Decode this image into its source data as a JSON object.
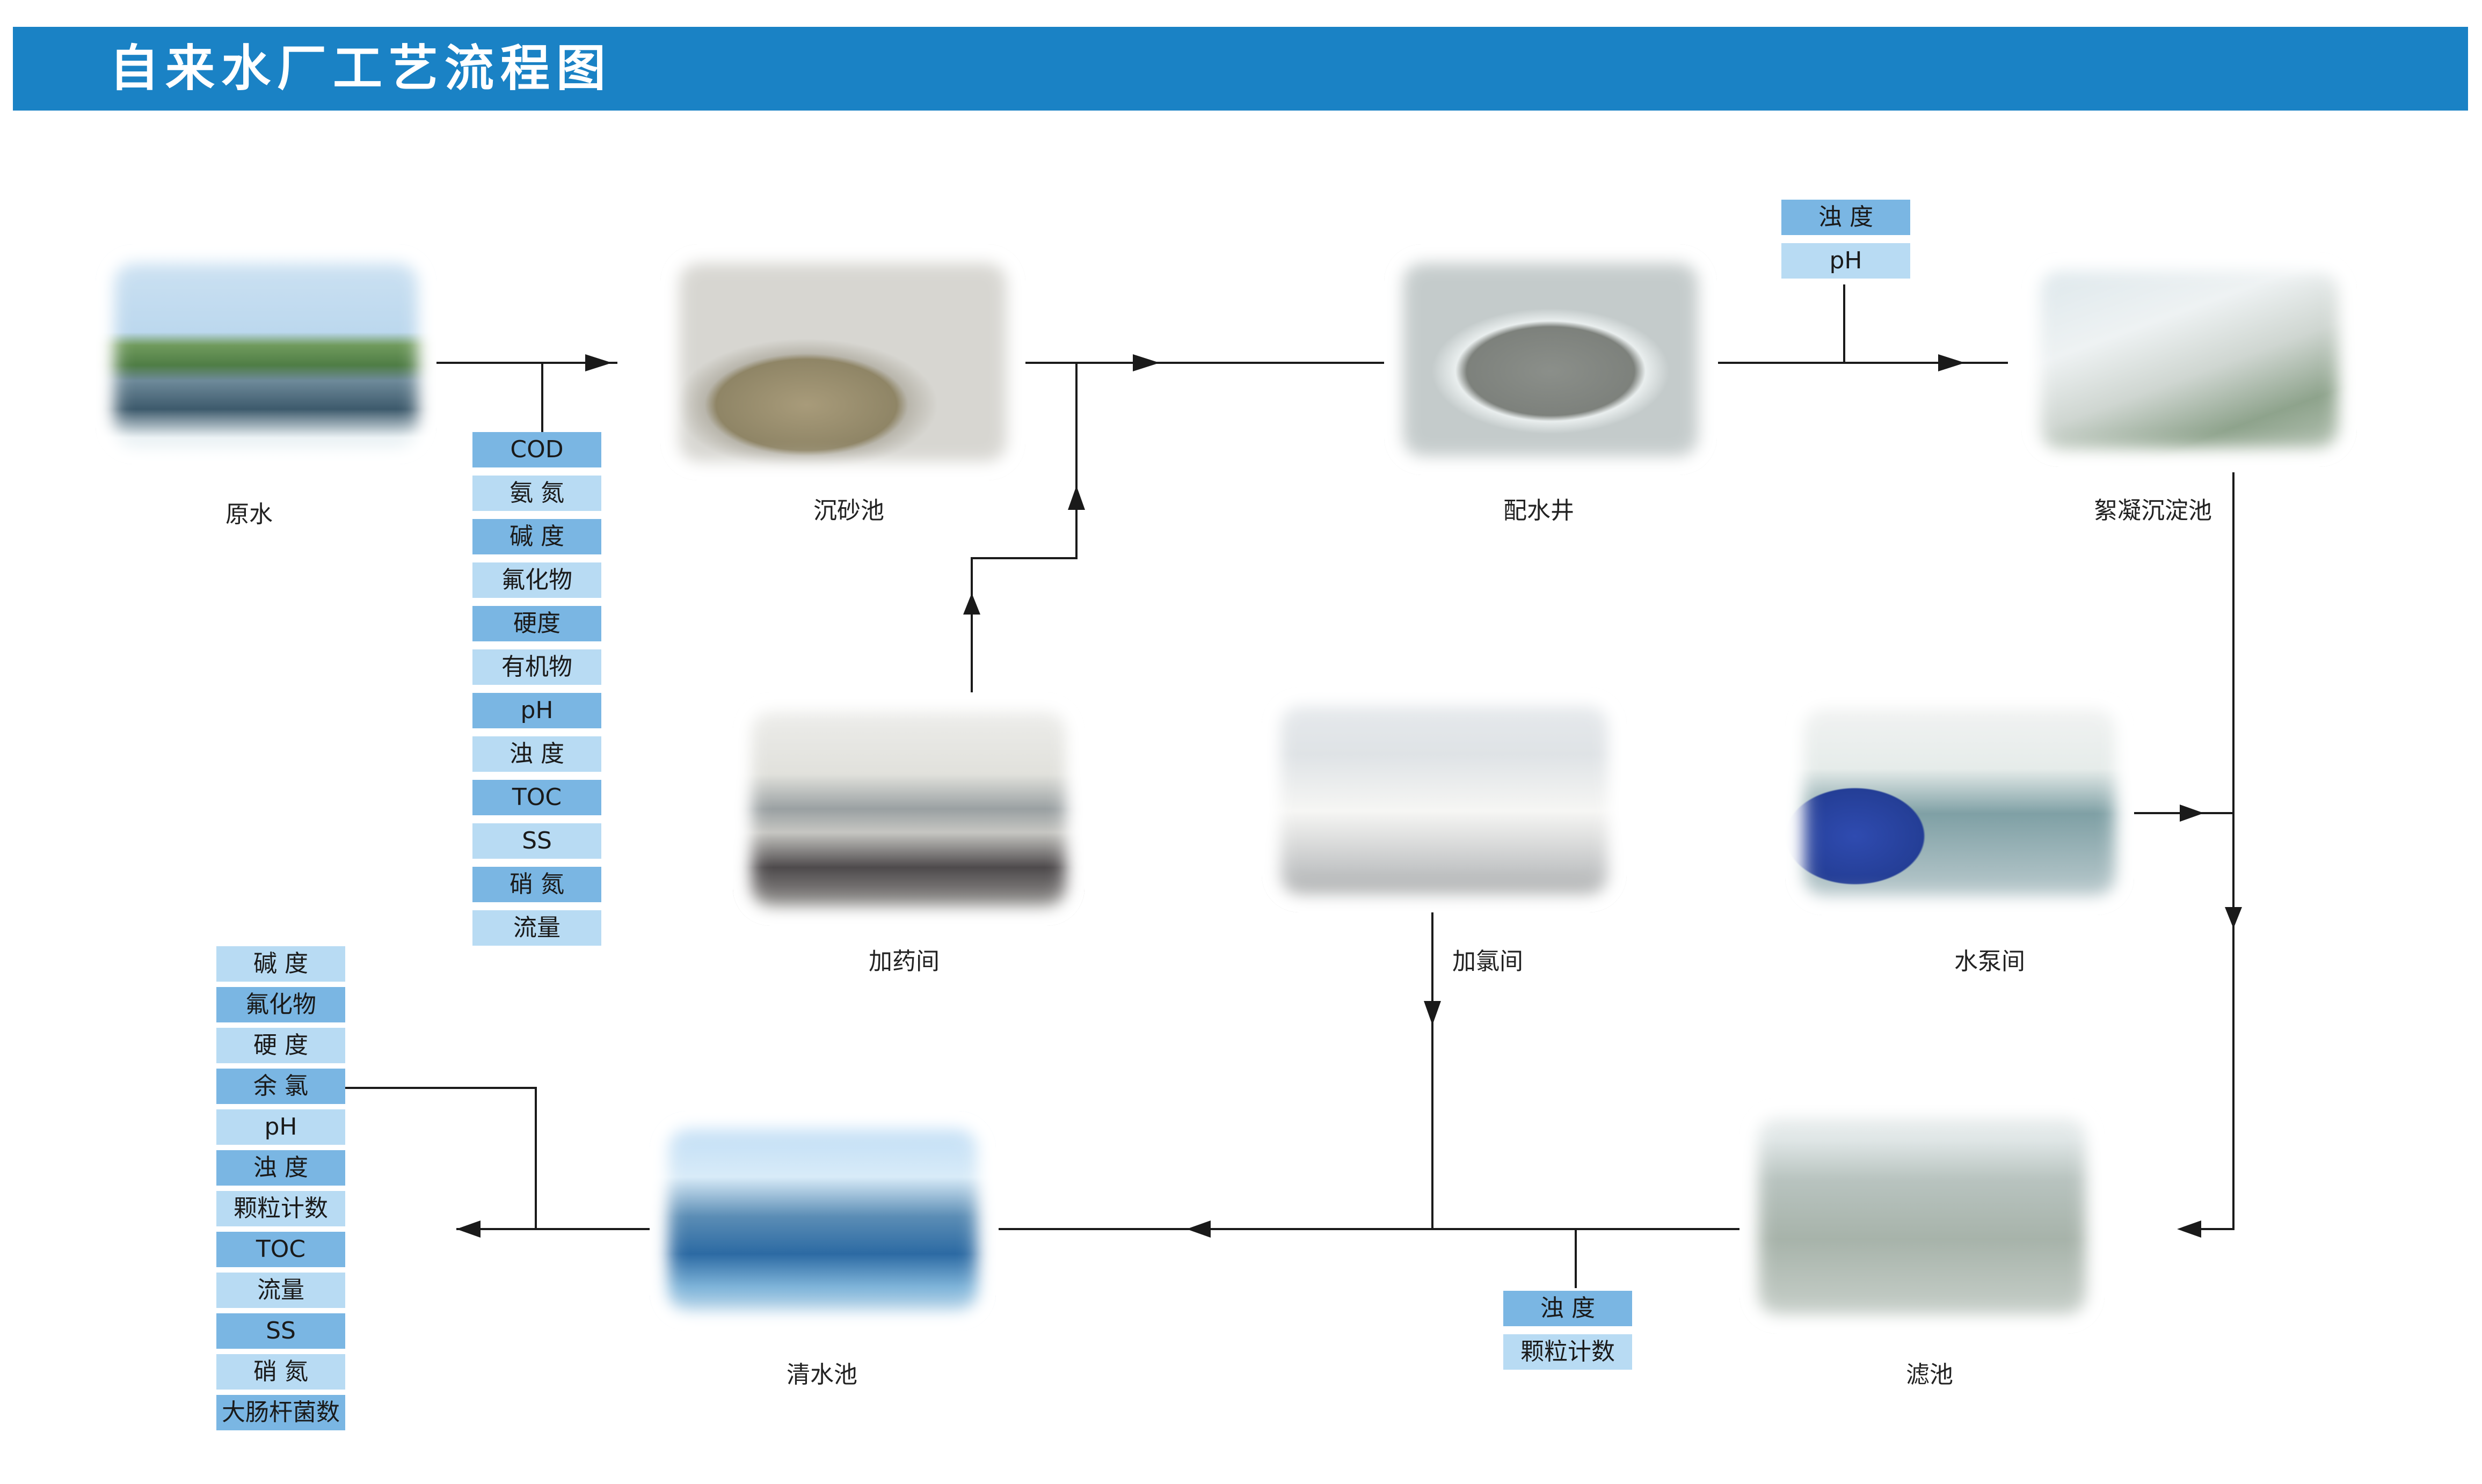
{
  "header": {
    "title": "自来水厂工艺流程图"
  },
  "nodes": {
    "raw_water": {
      "label": "原水"
    },
    "grit_chamber": {
      "label": "沉砂池"
    },
    "distribution_well": {
      "label": "配水井"
    },
    "flocculation_tank": {
      "label": "絮凝沉淀池"
    },
    "dosing_room": {
      "label": "加药间"
    },
    "chlorination_room": {
      "label": "加氯间"
    },
    "pump_room": {
      "label": "水泵间"
    },
    "filter_tank": {
      "label": "滤池"
    },
    "clear_water_tank": {
      "label": "清水池"
    }
  },
  "raw_water_params": [
    "COD",
    "氨 氮",
    "碱 度",
    "氟化物",
    "硬度",
    "有机物",
    "pH",
    "浊 度",
    "TOC",
    "SS",
    "硝 氮",
    "流量"
  ],
  "flocculation_params": [
    "浊 度",
    "pH"
  ],
  "filter_params": [
    "浊 度",
    "颗粒计数"
  ],
  "output_params": [
    "碱 度",
    "氟化物",
    "硬 度",
    "余 氯",
    "pH",
    "浊 度",
    "颗粒计数",
    "TOC",
    "流量",
    "SS",
    "硝 氮",
    "大肠杆菌数"
  ],
  "colors": {
    "header": "#1a82c5",
    "param_dark": "#7ab6e3",
    "param_light": "#b8dbf3",
    "line": "#1a1a1a"
  }
}
